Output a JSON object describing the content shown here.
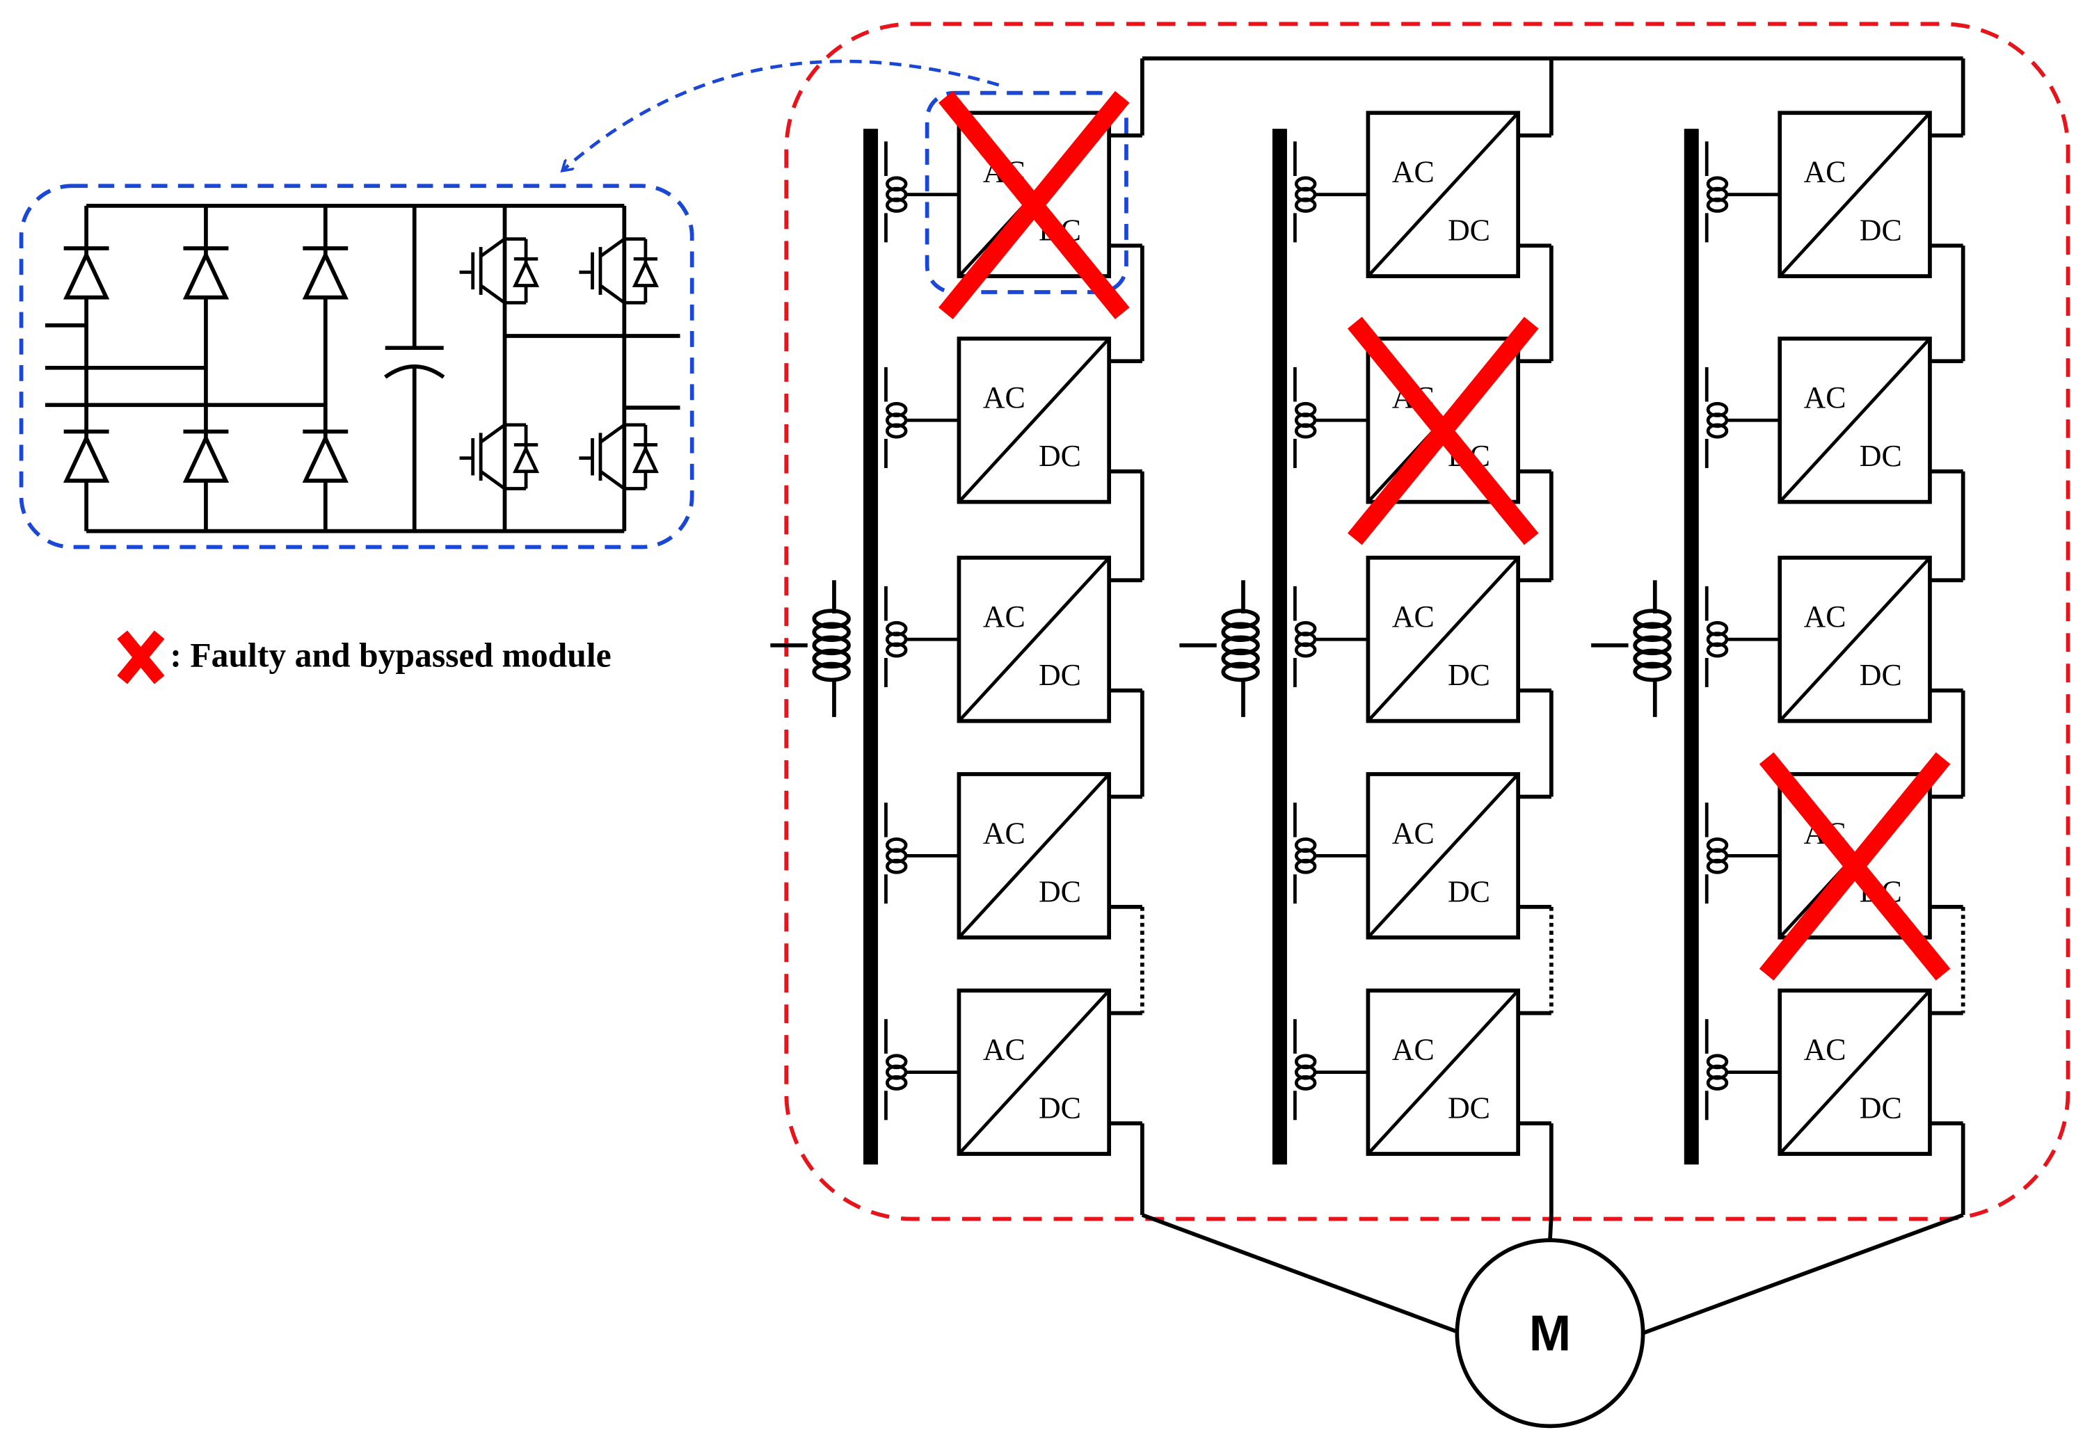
{
  "modules": {
    "ac_label": "AC",
    "dc_label": "DC",
    "columns": 3,
    "rows": 5,
    "faulty": [
      [
        1,
        1
      ],
      [
        2,
        2
      ],
      [
        3,
        4
      ]
    ]
  },
  "legend": {
    "text": ": Faulty and bypassed module"
  },
  "motor": {
    "label": "M"
  },
  "colors": {
    "line": "#000000",
    "fault_mark": "#ff0000",
    "system_boundary": "#e8141b",
    "detail_boundary": "#1a47d6"
  }
}
